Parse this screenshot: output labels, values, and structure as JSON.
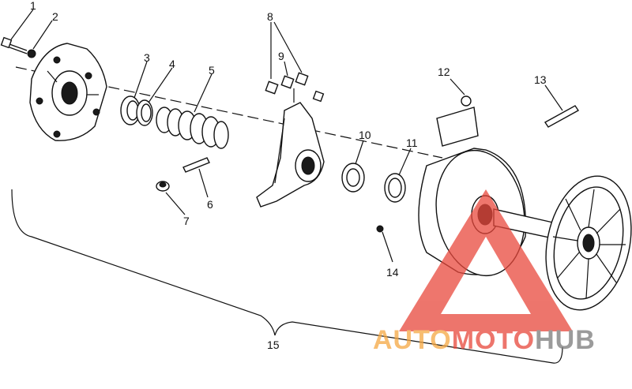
{
  "callouts": [
    {
      "id": "1",
      "label": "1"
    },
    {
      "id": "2",
      "label": "2"
    },
    {
      "id": "3",
      "label": "3"
    },
    {
      "id": "4",
      "label": "4"
    },
    {
      "id": "5",
      "label": "5"
    },
    {
      "id": "6",
      "label": "6"
    },
    {
      "id": "7",
      "label": "7"
    },
    {
      "id": "8",
      "label": "8"
    },
    {
      "id": "9",
      "label": "9"
    },
    {
      "id": "10",
      "label": "10"
    },
    {
      "id": "11",
      "label": "11"
    },
    {
      "id": "12",
      "label": "12"
    },
    {
      "id": "13",
      "label": "13"
    },
    {
      "id": "14",
      "label": "14"
    },
    {
      "id": "15",
      "label": "15"
    }
  ],
  "watermark": {
    "part1": "AUTO",
    "part2": "MOTO",
    "part3": "HUB",
    "color_orange": "#f5a742",
    "color_red": "#e8483c",
    "color_gray": "#7a7a7a"
  }
}
